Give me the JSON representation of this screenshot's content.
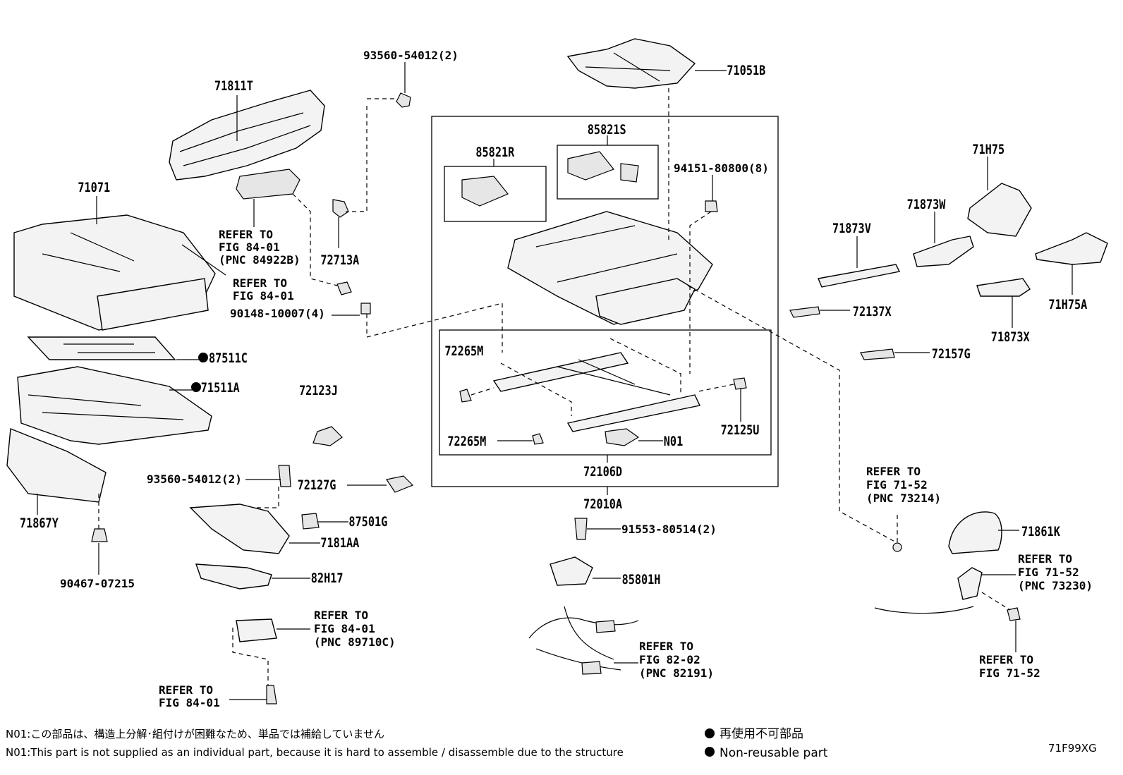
{
  "labels": {
    "p71811T": "71811T",
    "p71071": "71071",
    "p93560a": "93560-54012(2)",
    "p72713A": "72713A",
    "ref8401a_1": "REFER TO",
    "ref8401a_2": "FIG 84-01",
    "ref8401a_3": "(PNC 84922B)",
    "ref8401b_1": "REFER TO",
    "ref8401b_2": "FIG 84-01",
    "p90148": "90148-10007(4)",
    "p87511C": "87511C",
    "p71511A": "71511A",
    "p72123J": "72123J",
    "p71867Y": "71867Y",
    "p90467": "90467-07215",
    "p93560b": "93560-54012(2)",
    "p72127G": "72127G",
    "p87501G": "87501G",
    "p7181AA": "7181AA",
    "p82H17": "82H17",
    "ref8401c_1": "REFER TO",
    "ref8401c_2": "FIG 84-01",
    "ref8401c_3": "(PNC 89710C)",
    "ref8401d_1": "REFER TO",
    "ref8401d_2": "FIG 84-01",
    "p71051B": "71051B",
    "p85821S": "85821S",
    "p85821R": "85821R",
    "p94151": "94151-80800(8)",
    "p72265M_a": "72265M",
    "p72265M_b": "72265M",
    "pN01": "N01",
    "p72125U": "72125U",
    "p72106D": "72106D",
    "p72010A": "72010A",
    "p91553": "91553-80514(2)",
    "p85801H": "85801H",
    "ref8202_1": "REFER TO",
    "ref8202_2": "FIG 82-02",
    "ref8202_3": "(PNC 82191)",
    "p71H75": "71H75",
    "p71873W": "71873W",
    "p71873V": "71873V",
    "p71H75A": "71H75A",
    "p72137X": "72137X",
    "p71873X": "71873X",
    "p72157G": "72157G",
    "ref7152a_1": "REFER TO",
    "ref7152a_2": "FIG 71-52",
    "ref7152a_3": "(PNC 73214)",
    "p71861K": "71861K",
    "ref7152b_1": "REFER TO",
    "ref7152b_2": "FIG 71-52",
    "ref7152b_3": "(PNC 73230)",
    "ref7152c_1": "REFER TO",
    "ref7152c_2": "FIG 71-52"
  },
  "notes": {
    "jp": "N01:この部品は、構造上分解･組付けが困難なため、単品では補給していません",
    "en": "N01:This part is not supplied as an individual part, because it is hard to assemble / disassemble due to the structure"
  },
  "legend": {
    "jp": "再使用不可部品",
    "en": "Non-reusable part"
  },
  "figure_id": "71F99XG",
  "colors": {
    "ink": "#000000",
    "paper": "#ffffff"
  }
}
